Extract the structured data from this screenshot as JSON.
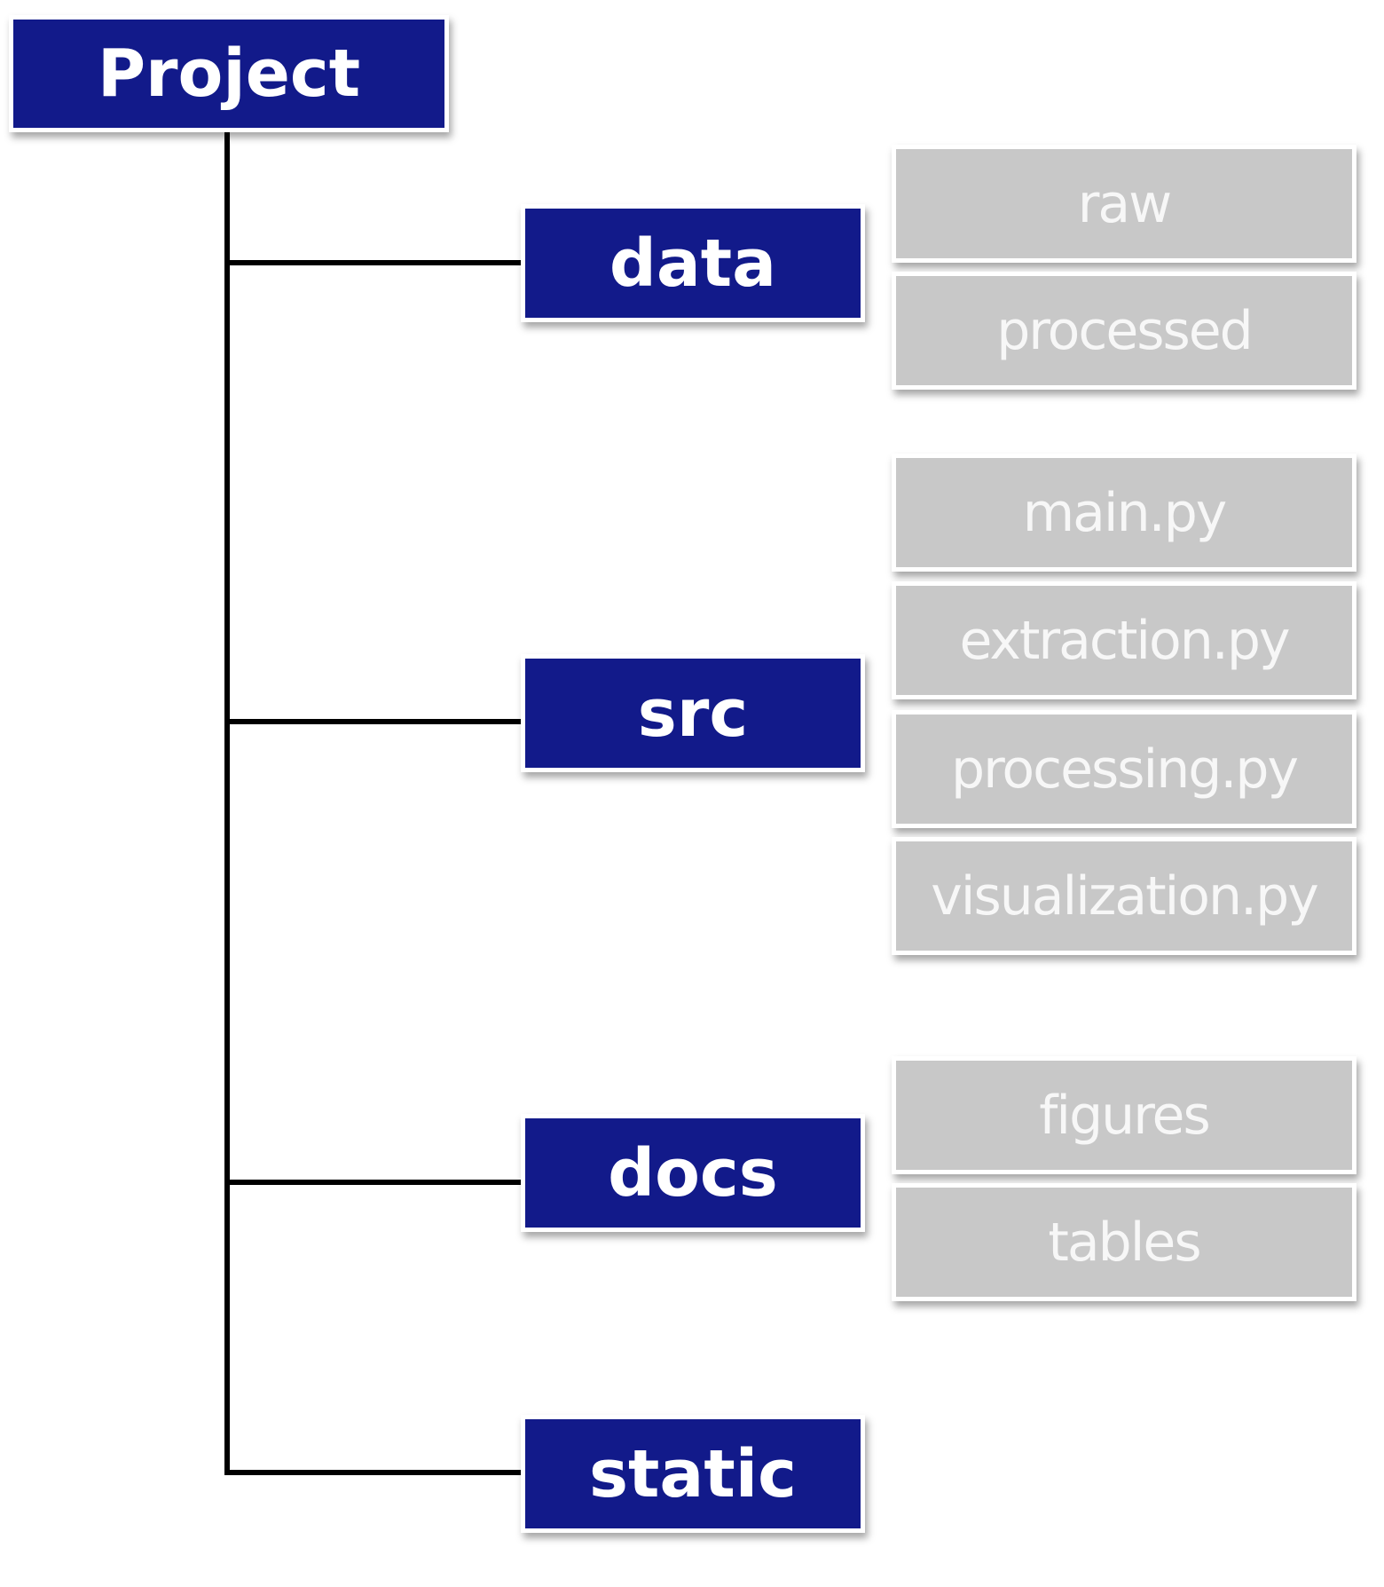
{
  "colors": {
    "folder_fill": "#121a8a",
    "file_fill": "#c8c8c8",
    "connector": "#000000",
    "background": "#ffffff"
  },
  "root": {
    "label": "Project"
  },
  "folders": [
    {
      "label": "data",
      "children": [
        "raw",
        "processed"
      ]
    },
    {
      "label": "src",
      "children": [
        "main.py",
        "extraction.py",
        "processing.py",
        "visualization.py"
      ]
    },
    {
      "label": "docs",
      "children": [
        "figures",
        "tables"
      ]
    },
    {
      "label": "static",
      "children": []
    }
  ]
}
